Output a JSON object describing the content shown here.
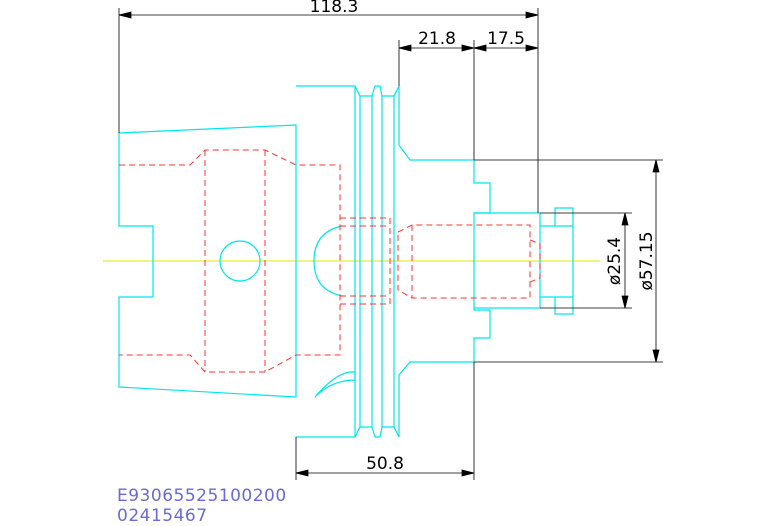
{
  "drawing": {
    "colors": {
      "outline": "#00e5ee",
      "hidden": "#ff3333",
      "centerline": "#e6e600",
      "dimension": "#000000",
      "code_text": "#6a6ad8"
    },
    "dimensions": {
      "overall_length": "118.3",
      "shoulder_length": "21.8",
      "pilot_length": "17.5",
      "flange_length": "50.8",
      "bore_diameter": "ø25.4",
      "body_diameter": "ø57.15"
    },
    "part_number": "E93065525100200",
    "serial_number": "02415467"
  }
}
